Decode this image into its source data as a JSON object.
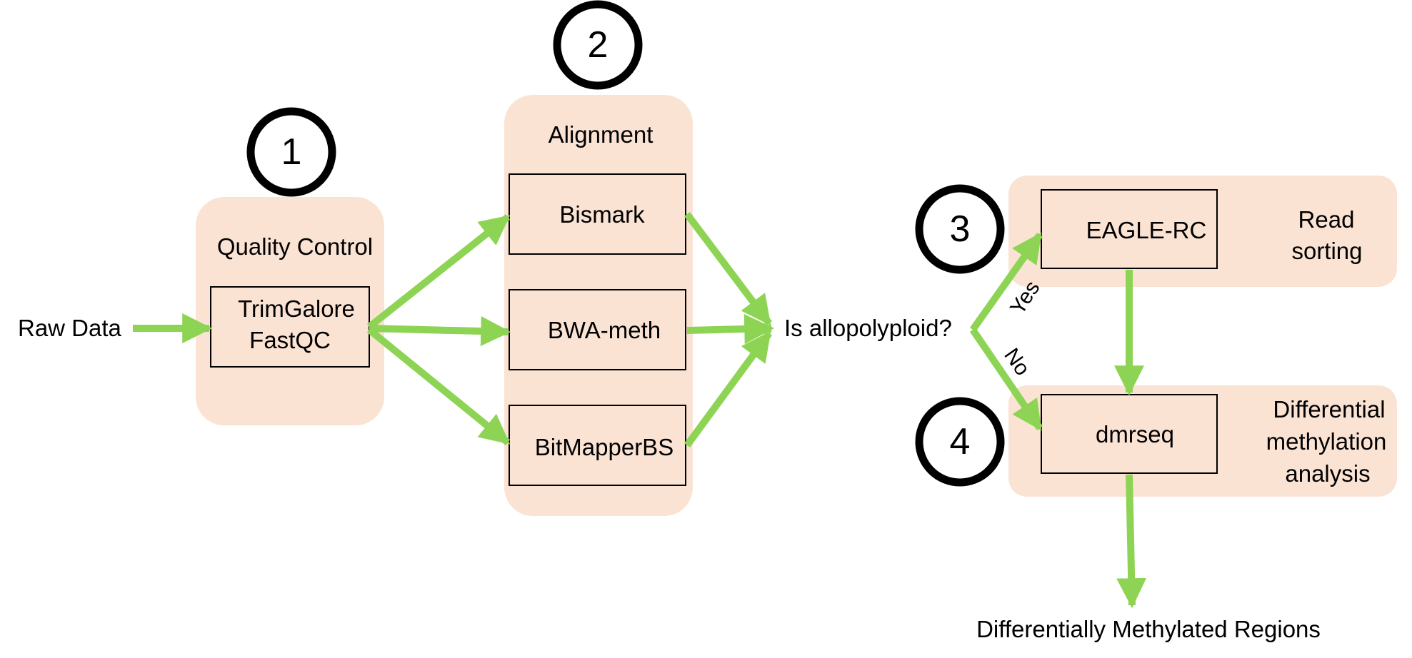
{
  "colors": {
    "panel_fill": "#fbe3d4",
    "arrow": "#8ed454",
    "text": "#000000",
    "circle_stroke": "#000000"
  },
  "input_label": "Raw Data",
  "steps": [
    {
      "number": "1",
      "title": "Quality Control",
      "tools": [
        "TrimGalore",
        "FastQC"
      ]
    },
    {
      "number": "2",
      "title": "Alignment",
      "tools": [
        "Bismark",
        "BWA-meth",
        "BitMapperBS"
      ]
    },
    {
      "number": "3",
      "title_lines": [
        "Read",
        "sorting"
      ],
      "tool": "EAGLE-RC"
    },
    {
      "number": "4",
      "title_lines": [
        "Differential",
        "methylation",
        "analysis"
      ],
      "tool": "dmrseq"
    }
  ],
  "decision": {
    "question": "Is allopolyploid?",
    "yes_label": "Yes",
    "no_label": "No"
  },
  "output_label": "Differentially Methylated Regions"
}
